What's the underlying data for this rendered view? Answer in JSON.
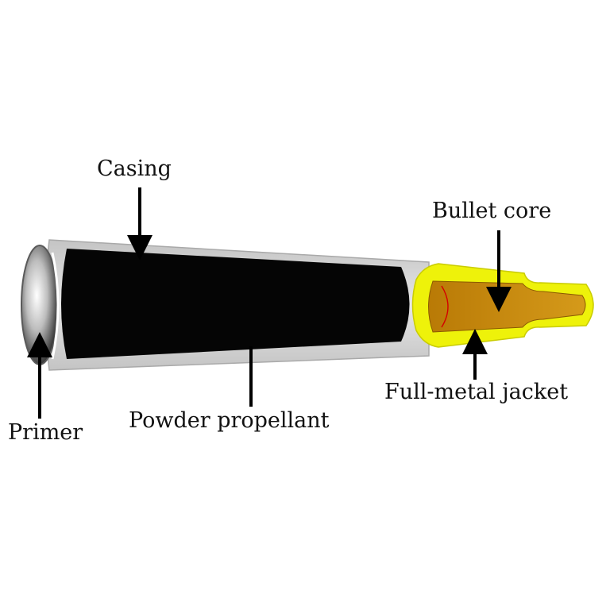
{
  "labels": {
    "casing": "Casing",
    "bullet_core": "Bullet core",
    "full_metal_jacket": "Full-metal jacket",
    "powder_propellant": "Powder propellant",
    "primer": "Primer"
  },
  "colors": {
    "casing": "#dcdcdc",
    "casing_edge": "#a9a9a9",
    "powder": "#050505",
    "primer": "#c8c8c8",
    "jacket": "#eef20a",
    "jacket_edge": "#c9cc00",
    "core": "#c88a0c",
    "core_line": "#d40000",
    "arrow": "#000000"
  }
}
